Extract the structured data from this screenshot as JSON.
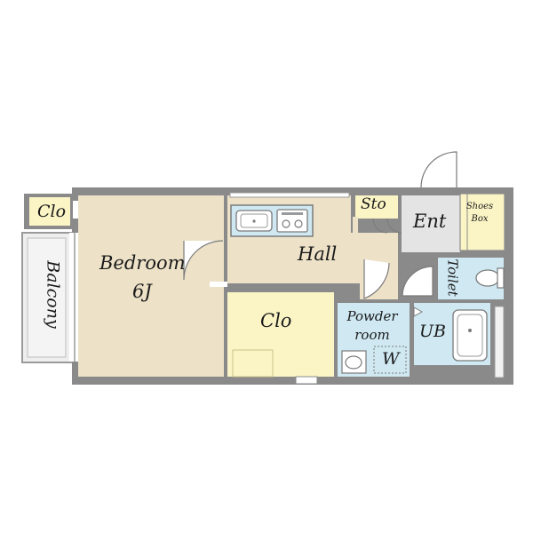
{
  "rooms": {
    "closet_small": "Clo",
    "balcony": "Balcony",
    "bedroom": "Bedroom",
    "bedroom_size": "6J",
    "hall": "Hall",
    "storage": "Sto",
    "entrance": "Ent",
    "shoes_box_line1": "Shoes",
    "shoes_box_line2": "Box",
    "toilet": "Toilet",
    "closet_large": "Clo",
    "powder_room_line1": "Powder",
    "powder_room_line2": "room",
    "washer": "W",
    "unit_bath": "UB"
  },
  "colors": {
    "wall": "#8a8a8a",
    "bedroom_floor": "#ede2c8",
    "hall_floor": "#ede2c8",
    "closet_floor": "#fbf5c6",
    "wet_area_floor": "#cfe8f2",
    "entrance_floor": "#e4e4e4",
    "balcony_floor": "#eeeeee"
  }
}
